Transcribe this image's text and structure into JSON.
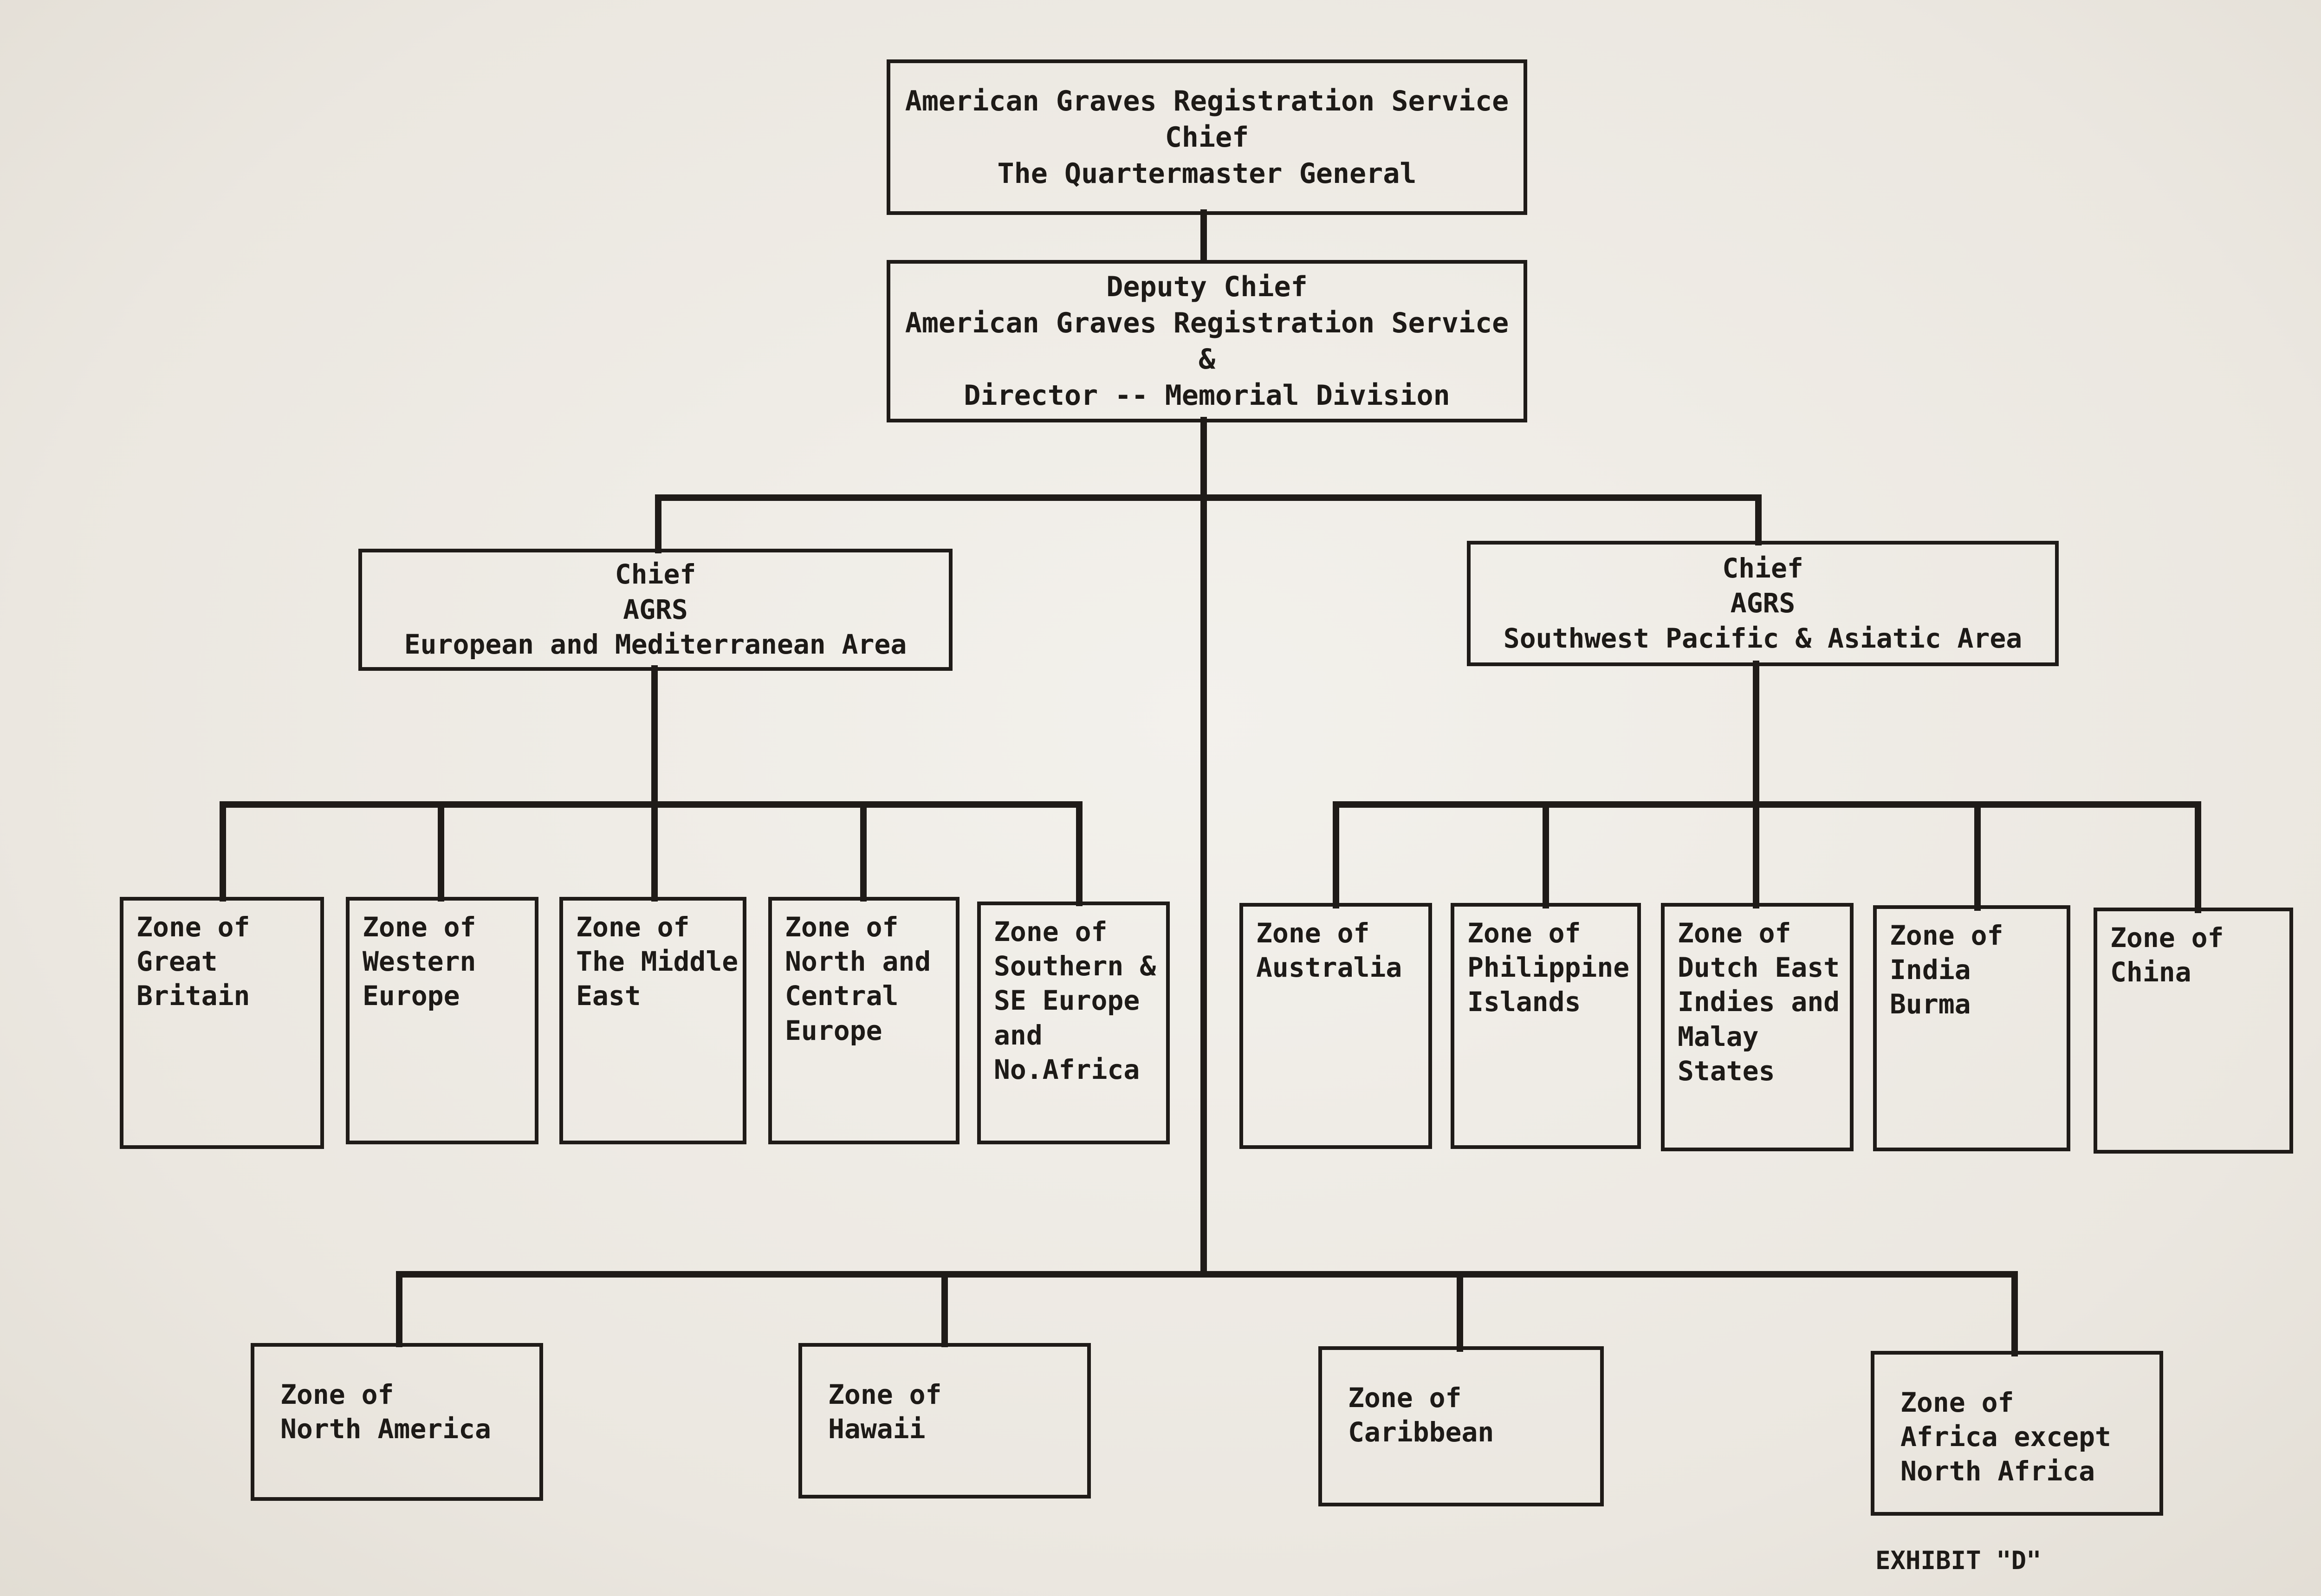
{
  "chief_box": {
    "lines": [
      "American Graves Registration Service",
      "Chief",
      "The Quartermaster General"
    ]
  },
  "deputy_box": {
    "lines": [
      "Deputy Chief",
      "American Graves Registration Service",
      "&",
      "Director -- Memorial Division"
    ]
  },
  "area_boxes": [
    {
      "lines": [
        "Chief",
        "AGRS",
        "European and Mediterranean Area"
      ]
    },
    {
      "lines": [
        "Chief",
        "AGRS",
        "Southwest Pacific & Asiatic Area"
      ]
    }
  ],
  "european_zones": [
    {
      "lines": [
        "Zone of",
        "Great",
        "Britain"
      ]
    },
    {
      "lines": [
        "Zone of",
        "Western",
        "Europe"
      ]
    },
    {
      "lines": [
        "Zone of",
        "The Middle",
        "East"
      ]
    },
    {
      "lines": [
        "Zone of",
        "North and",
        "Central",
        "Europe"
      ]
    },
    {
      "lines": [
        "Zone of",
        "Southern &",
        "SE Europe",
        "and",
        "No.Africa"
      ]
    }
  ],
  "pacific_zones": [
    {
      "lines": [
        "Zone of",
        "Australia"
      ]
    },
    {
      "lines": [
        "Zone of",
        "Philippine",
        "Islands"
      ]
    },
    {
      "lines": [
        "Zone of",
        "Dutch East",
        "Indies and",
        "Malay",
        "States"
      ]
    },
    {
      "lines": [
        "Zone of",
        "India",
        "Burma"
      ]
    },
    {
      "lines": [
        "Zone of",
        "China"
      ]
    }
  ],
  "direct_zones": [
    {
      "lines": [
        "Zone of",
        "North America"
      ]
    },
    {
      "lines": [
        "Zone of",
        "Hawaii"
      ]
    },
    {
      "lines": [
        "Zone of",
        "Caribbean"
      ]
    },
    {
      "lines": [
        "Zone of",
        "Africa except",
        "North Africa"
      ]
    }
  ],
  "exhibit_label": "EXHIBIT \"D\""
}
